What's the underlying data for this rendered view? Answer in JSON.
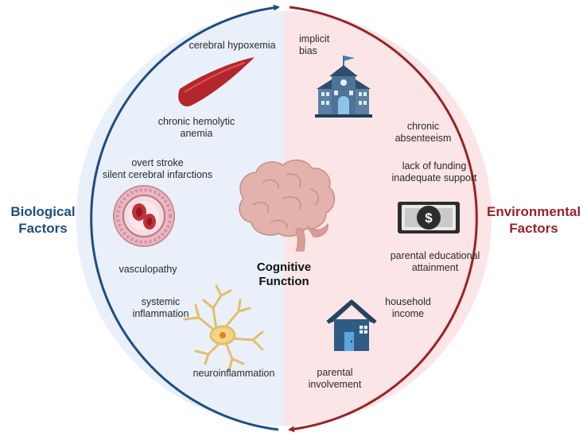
{
  "center": {
    "line1": "Cognitive",
    "line2": "Function"
  },
  "biological": {
    "title_line1": "Biological",
    "title_line2": "Factors",
    "color": "#1e4d87",
    "items": [
      {
        "line1": "cerebral hypoxemia",
        "icon": "sickle-cell-icon"
      },
      {
        "line1": "chronic hemolytic",
        "line2": "anemia"
      },
      {
        "line1": "overt stroke",
        "line2": "silent cerebral infarctions",
        "icon": "blood-vessel-icon"
      },
      {
        "line1": "vasculopathy"
      },
      {
        "line1": "systemic",
        "line2": "inflammation",
        "icon": "neuron-icon"
      },
      {
        "line1": "neuroinflammation"
      }
    ]
  },
  "environmental": {
    "title_line1": "Environmental",
    "title_line2": "Factors",
    "color": "#9b2226",
    "items": [
      {
        "line1": "implicit",
        "line2": "bias",
        "icon": "school-icon"
      },
      {
        "line1": "chronic",
        "line2": "absenteeism"
      },
      {
        "line1": "lack of funding",
        "line2": "inadequate support",
        "icon": "money-icon"
      },
      {
        "line1": "parental educational",
        "line2": "attainment"
      },
      {
        "line1": "household",
        "line2": "income",
        "icon": "house-icon"
      },
      {
        "line1": "parental",
        "line2": "involvement"
      }
    ]
  },
  "colors": {
    "bio_bg": "#e9f0fa",
    "env_bg": "#fbe5e6",
    "bio_arrow": "#1e4d87",
    "env_arrow": "#9b2226"
  }
}
